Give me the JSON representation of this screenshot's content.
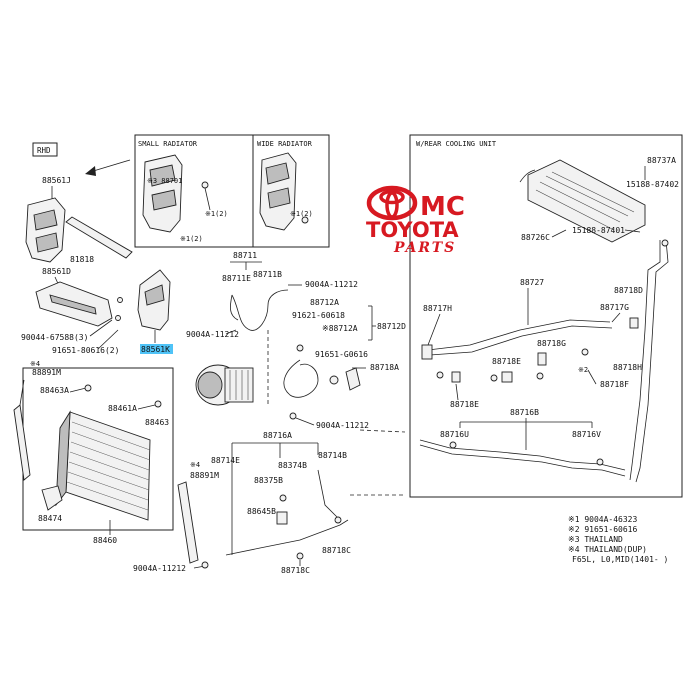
{
  "labels": {
    "rhd": "RHD",
    "small_radiator": "SMALL RADIATOR",
    "wide_radiator": "WIDE RADIATOR",
    "rear_cooling": "W/REAR COOLING UNIT",
    "p88561J": "88561J",
    "p81818": "81818",
    "p88561D": "88561D",
    "p90044_67588": "90044-67588(3)",
    "p91651_80616": "91651-80616(2)",
    "p88561K": "88561K",
    "p88891M_top": "88891M",
    "p88463A": "88463A",
    "p88461A": "88461A",
    "p88463": "88463",
    "p88474": "88474",
    "p88460": "88460",
    "p88891M_bot": "88891M",
    "star3_sr": "※3 88701",
    "star1_sr": "※1(2)",
    "star1b_sr": "※1(2)",
    "star1_wr": "※1(2)",
    "p88711": "88711",
    "p88711E": "88711E",
    "p88711B": "88711B",
    "p9004A_11212_a": "9004A-11212",
    "p9004A_11212_b": "9004A-11212",
    "p88712A": "88712A",
    "p91621_60618": "91621-60618",
    "p88712A_b": "※88712A",
    "p88712D": "88712D",
    "p91651_G0616": "91651-G0616",
    "p88718A": "88718A",
    "p9004A_11212_c": "9004A-11212",
    "p88716A": "88716A",
    "p88714E": "88714E",
    "p88375B": "88375B",
    "p88374B": "88374B",
    "p88714B": "88714B",
    "p88645B": "88645B",
    "p88718C_a": "88718C",
    "p88718C_b": "88718C",
    "p9004A_11212_d": "9004A-11212",
    "p88737A": "88737A",
    "p15188_87402": "15188-87402",
    "p88726C": "88726C",
    "p15188_87401": "15188-87401",
    "p88727": "88727",
    "p88717H": "88717H",
    "p88718D": "88718D",
    "p88717G": "88717G",
    "p88718E": "88718E",
    "p88718G": "88718G",
    "p88718F": "88718F",
    "p88718E_b": "88718E",
    "p88718H": "88718H",
    "p88716B": "88716B",
    "p88716U": "88716U",
    "p88716V": "88716V",
    "note1": "※1  9004A-46323",
    "note2": "※2  91651-60616",
    "note3": "※3  THAILAND",
    "note4": "※4  THAILAND(DUP)",
    "note5": "F65L, L0,MID(1401-       )",
    "star4": "※4"
  },
  "logo": {
    "line1": "MC",
    "line2": "TOYOTA",
    "line3": "PARTS",
    "color": "#d71921"
  },
  "highlight_color": "#4fc3f7"
}
